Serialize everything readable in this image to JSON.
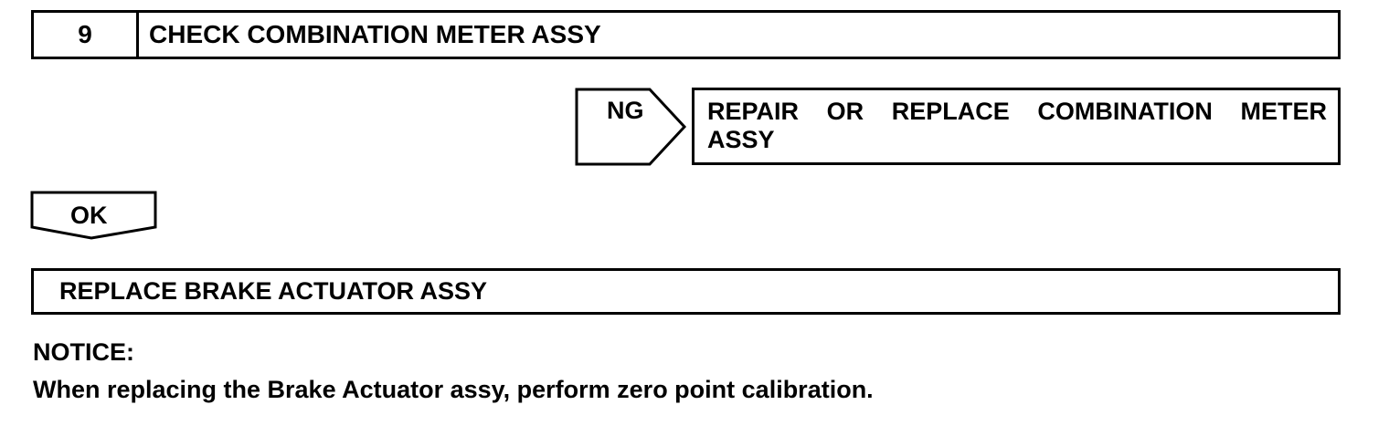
{
  "step": {
    "number": "9",
    "title": "CHECK COMBINATION METER ASSY"
  },
  "ng": {
    "label": "NG",
    "action": "REPAIR OR REPLACE COMBINATION METER ASSY"
  },
  "ok": {
    "label": "OK",
    "action": "REPLACE BRAKE ACTUATOR ASSY"
  },
  "notice": {
    "heading": "NOTICE:",
    "body": "When replacing the Brake Actuator assy, perform zero point calibration."
  }
}
